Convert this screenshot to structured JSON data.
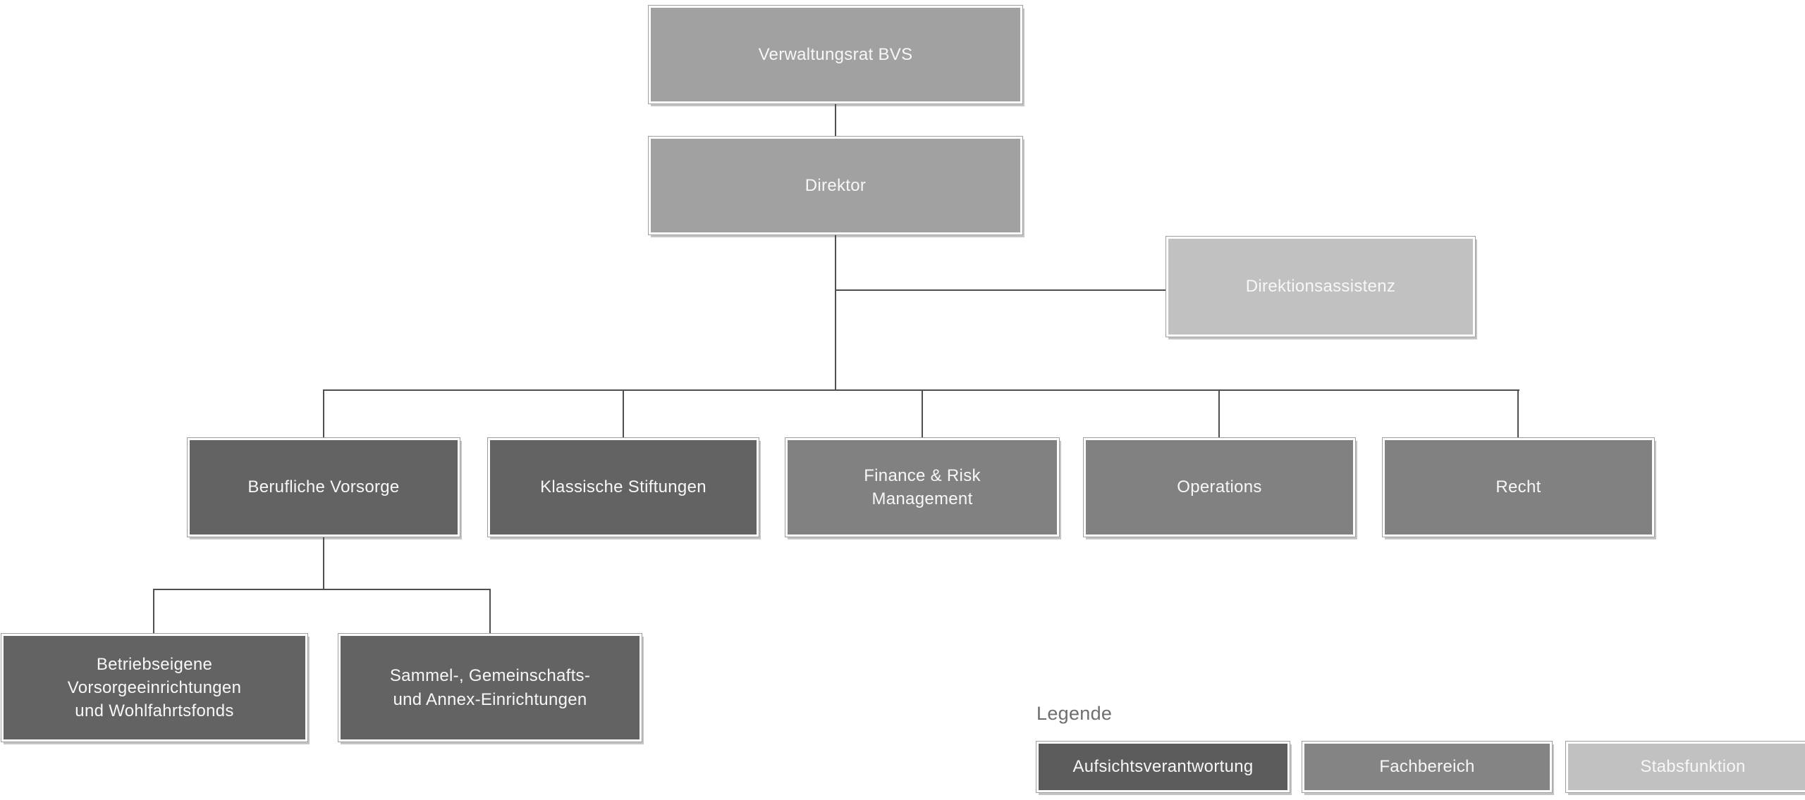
{
  "org_chart": {
    "root": {
      "label": "Verwaltungsrat BVS"
    },
    "director": {
      "label": "Direktor"
    },
    "staff": {
      "label": "Direktionsassistenz"
    },
    "departments": [
      {
        "label": "Berufliche Vorsorge",
        "category": "Aufsichtsverantwortung"
      },
      {
        "label": "Klassische Stiftungen",
        "category": "Aufsichtsverantwortung"
      },
      {
        "label": "Finance & Risk Management",
        "category": "Fachbereich"
      },
      {
        "label": "Operations",
        "category": "Fachbereich"
      },
      {
        "label": "Recht",
        "category": "Fachbereich"
      }
    ],
    "subunits": [
      {
        "label": "Betriebseigene Vorsorgeeinrichtungen und Wohlfahrtsfonds",
        "parent": "Berufliche Vorsorge"
      },
      {
        "label": "Sammel-, Gemeinschafts- und Annex-Einrichtungen",
        "parent": "Berufliche Vorsorge"
      }
    ]
  },
  "legend": {
    "title": "Legende",
    "items": [
      {
        "label": "Aufsichtsverantwortung",
        "color": "#5c5c5c"
      },
      {
        "label": "Fachbereich",
        "color": "#848484"
      },
      {
        "label": "Stabsfunktion",
        "color": "#c1c1c1"
      }
    ]
  },
  "colors": {
    "governance_fill": "#a1a1a1",
    "supervision_fill": "#636363",
    "division_fill": "#818181",
    "staff_fill": "#c1c1c1",
    "connector": "#4f4f4f",
    "label_text": "#f7f7f7",
    "legend_title_text": "#6e6e6e"
  }
}
